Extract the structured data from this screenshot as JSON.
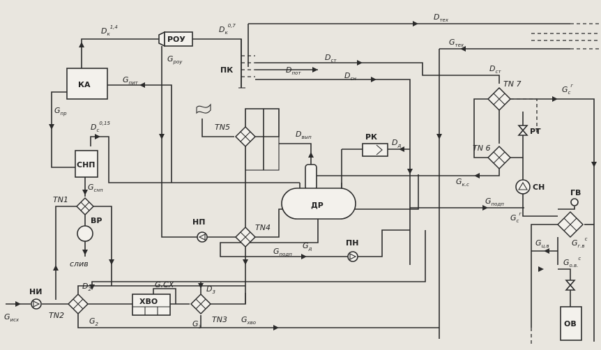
{
  "labels": {
    "d_k": "D",
    "d_k_sub": "к",
    "d_k_sup": "1,4",
    "rou": "РОУ",
    "d_k2": "D",
    "d_k2_sub": "к",
    "d_k2_sup": "0,7",
    "g_rou": "G",
    "g_rou_sub": "роу",
    "pk": "ПК",
    "d_tex": "D",
    "d_tex_sub": "тех",
    "g_tex": "G",
    "g_tex_sub": "тех",
    "d_sn": "D",
    "d_sn_sub": "сн",
    "d_pot": "D",
    "d_pot_sub": "пот",
    "d_st": "D",
    "d_st_sub": "ст",
    "d_st2": "D",
    "d_st2_sub": "ст",
    "ka": "КА",
    "g_pit": "G",
    "g_pit_sub": "пит",
    "g_pr": "G",
    "g_pr_sub": "пр",
    "d_c": "D",
    "d_c_sub": "с",
    "d_c_sup": "0,15",
    "snp": "СНП",
    "g_snp": "G",
    "g_snp_sub": "снп",
    "tn1": "TN1",
    "vr": "ВР",
    "sliv": "слив",
    "tn5": "TN5",
    "d_vyp": "D",
    "d_vyp_sub": "вып",
    "rk": "РК",
    "d_d": "D",
    "d_d_sub": "д",
    "dr": "ДР",
    "g_ks": "G",
    "g_ks_sub": "к.с",
    "tn7": "TN 7",
    "tn6": "TN 6",
    "g_c_top": "G",
    "g_c_top_sub": "с",
    "g_c_top_sup": "г",
    "rt": "РТ",
    "sn": "СН",
    "g_podp": "G",
    "g_podp_sub": "подп",
    "g_c_low": "G",
    "g_c_low_sub": "с",
    "g_c_low_sup": "г",
    "np": "НП",
    "tn4": "TN4",
    "g_d": "G",
    "g_d_sub": "д",
    "g_podp2": "G",
    "g_podp2_sub": "подп",
    "pn": "ПН",
    "g_hv": "G",
    "g_hv_sub": "г.в",
    "g_hv_sup": "с",
    "g_sv": "G",
    "g_sv_sub": "ц.в",
    "g_ov": "G",
    "g_ov_sub": "о.в.",
    "g_ov_sup": "с",
    "gv": "ГВ",
    "ov": "ОВ",
    "ni": "НИ",
    "g_isx": "G",
    "g_isx_sub": "исх",
    "tn2": "TN2",
    "d2": "D",
    "d2_sub": "2",
    "g2": "G",
    "g2_sub": "2",
    "gsk": "G.CX",
    "hvo": "ХВО",
    "d3": "D",
    "d3_sub": "3",
    "tn3": "TN3",
    "g3": "G",
    "g3_sub": "3",
    "g_hvo": "G",
    "g_hvo_sub": "хво"
  }
}
